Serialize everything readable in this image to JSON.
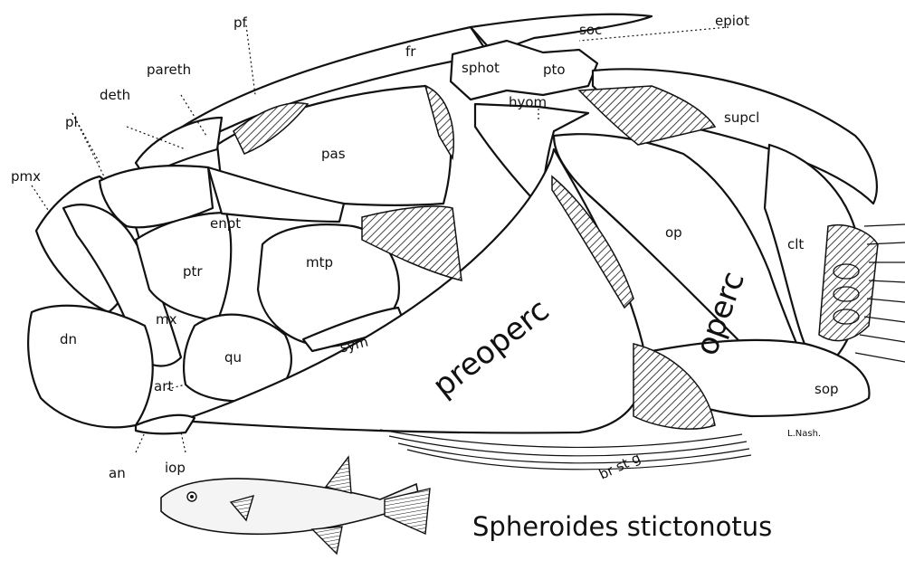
{
  "labels": {
    "pf": "pf",
    "fr": "fr",
    "soc": "soc",
    "epiot": "epiot",
    "pareth": "pareth",
    "deth": "deth",
    "sphot": "sphot",
    "pto": "pto",
    "hyom": "hyom",
    "supcl": "supcl",
    "pl": "pl",
    "pmx": "pmx",
    "pas": "pas",
    "enpt": "enpt",
    "ptr": "ptr",
    "mtp": "mtp",
    "op": "op",
    "clt": "clt",
    "mx": "mx",
    "dn": "dn",
    "sym": "sym",
    "qu": "qu",
    "preoperc": "preoperc",
    "operc": "operc",
    "art": "art",
    "sop": "sop",
    "an": "an",
    "iop": "iop",
    "brstg": "br st g",
    "artist": "L.Nash."
  },
  "caption": "Spheroides stictonotus",
  "colors": {
    "ink": "#111111",
    "paper": "#ffffff"
  }
}
